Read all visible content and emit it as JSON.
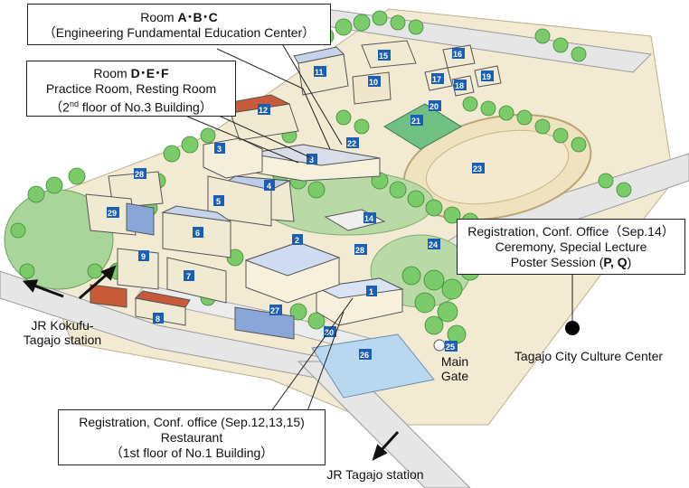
{
  "callouts": {
    "abc": {
      "line1_prefix": "Room ",
      "line1_bold": "A･B･C",
      "line2": "（Engineering Fundamental Education Center）"
    },
    "def": {
      "line1_prefix": "Room ",
      "line1_bold": "D･E･F",
      "line2": "Practice Room, Resting Room",
      "line3_pre": "（2",
      "line3_sup": "nd",
      "line3_post": " floor of No.3 Building）"
    },
    "sep14": {
      "line1": "Registration, Conf. Office（Sep.14）",
      "line2": "Ceremony, Special Lecture",
      "line3_prefix": "Poster Session (",
      "line3_bold": "P, Q",
      "line3_suffix": ")"
    },
    "sep12": {
      "line1": "Registration, Conf. office (Sep.12,13,15)",
      "line2": "Restaurant",
      "line3": "（1st floor of No.1 Building）"
    }
  },
  "places": {
    "kokufu": "JR Kokufu-\nTagajo station",
    "kokufu_line1": "JR Kokufu-",
    "kokufu_line2": "Tagajo station",
    "tagajo_station": "JR Tagajo station",
    "culture_center": "Tagajo City Culture Center",
    "main_gate_line1": "Main",
    "main_gate_line2": "Gate"
  },
  "building_numbers": [
    "1",
    "2",
    "3",
    "3",
    "4",
    "5",
    "6",
    "7",
    "8",
    "9",
    "10",
    "11",
    "12",
    "14",
    "15",
    "16",
    "17",
    "18",
    "19",
    "20",
    "21",
    "22",
    "23",
    "24",
    "25",
    "26",
    "27",
    "28",
    "28",
    "29",
    "30"
  ],
  "colors": {
    "marker_blue": "#1a5fb4",
    "road": "#e6e6e6",
    "ground": "#f3ead3",
    "grass": "#a9d49a",
    "tree": "#7ccb6a",
    "pool": "#b9d7ef",
    "roof_blue": "#8aa6d8"
  }
}
